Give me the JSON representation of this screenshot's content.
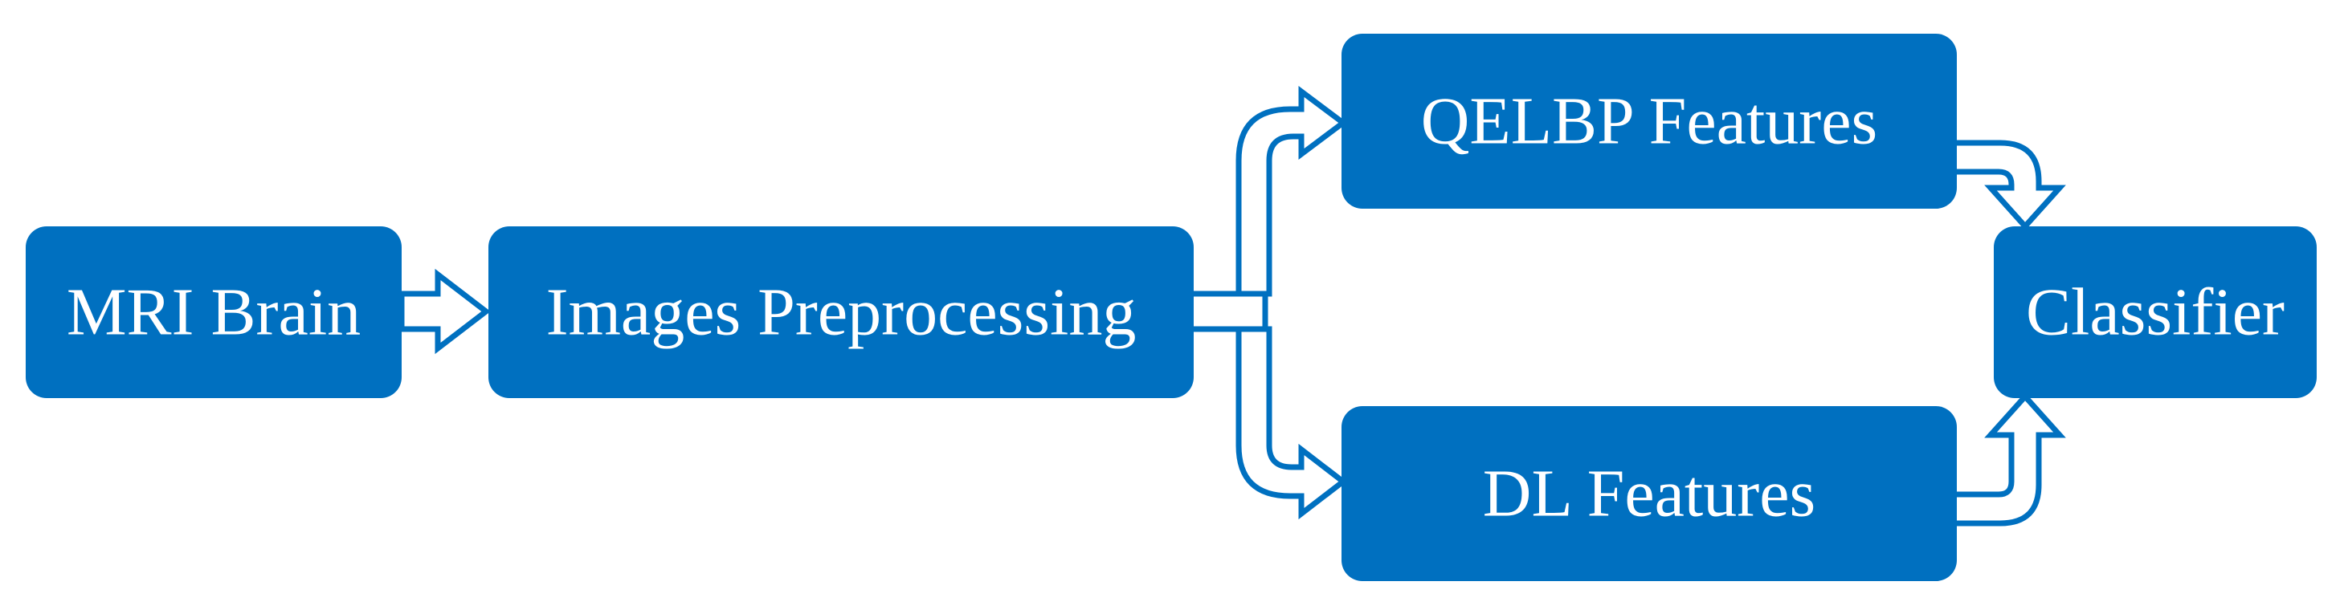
{
  "colors": {
    "box_fill": "#0070C0",
    "text_color": "#FFFFFF",
    "arrow_stroke": "#0070C0",
    "background": "#FFFFFF"
  },
  "nodes": {
    "mri_brain": "MRI Brain",
    "images_preprocessing": "Images Preprocessing",
    "qelbp_features": "QELBP Features",
    "dl_features": "DL Features",
    "classifier": "Classifier"
  },
  "edges": [
    {
      "from": "MRI Brain",
      "to": "Images Preprocessing"
    },
    {
      "from": "Images Preprocessing",
      "to": "QELBP Features"
    },
    {
      "from": "Images Preprocessing",
      "to": "DL Features"
    },
    {
      "from": "QELBP Features",
      "to": "Classifier"
    },
    {
      "from": "DL Features",
      "to": "Classifier"
    }
  ]
}
